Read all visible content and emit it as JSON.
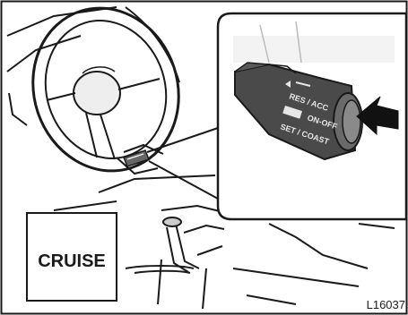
{
  "labels": {
    "cruise_badge": "CRUISE",
    "figure_code": "L16037",
    "stalk_resume": "RES / ACC",
    "stalk_onoff": "ON-OFF",
    "stalk_set": "SET / COAST"
  },
  "colors": {
    "line": "#1a1a1a",
    "panel_fill": "#ffffff",
    "inset_fill": "#f5f5f5",
    "stalk_fill": "#4a4a4a",
    "stalk_text": "#e6e6e6",
    "gray_shade": "#9a9a9a",
    "arrow": "#111111"
  }
}
